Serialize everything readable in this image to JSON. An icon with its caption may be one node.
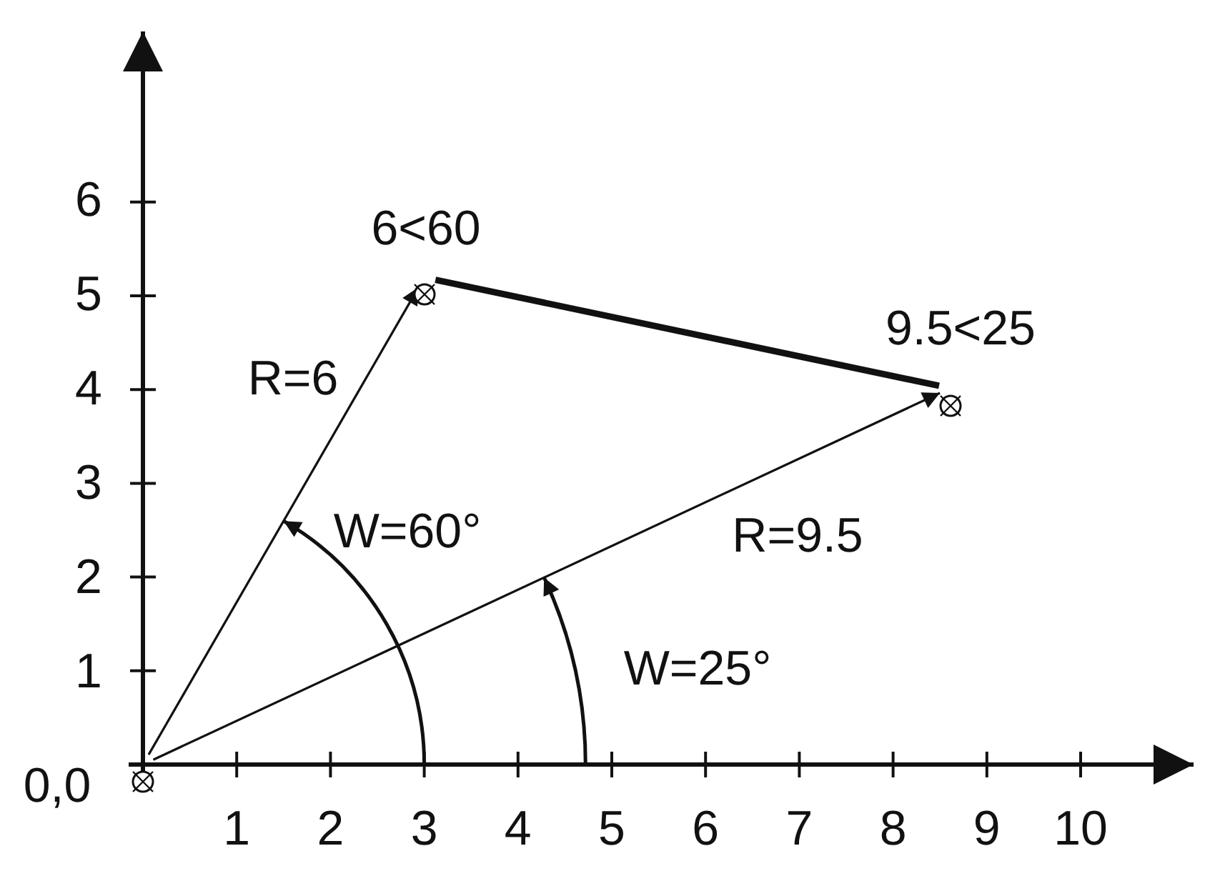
{
  "diagram": {
    "nodes": [
      {
        "text": [],
        "shape": "circle",
        "beside": [
          "0,0"
        ]
      },
      {
        "text": [],
        "shape": "circle",
        "beside": [
          "6<60"
        ]
      },
      {
        "text": [],
        "shape": "circle",
        "beside": [
          "9.5<25"
        ]
      }
    ],
    "edges": [
      {
        "from": 0,
        "to": 1,
        "arrow": "to",
        "label": "R=6"
      },
      {
        "from": 0,
        "to": 2,
        "arrow": "to",
        "label": "R=9.5"
      },
      {
        "from": 1,
        "to": 2,
        "arrow": "none",
        "style": "thick"
      }
    ],
    "labels": [
      "6",
      "5",
      "4",
      "3",
      "2",
      "1",
      "W=60°",
      "W=25°",
      "1",
      "2",
      "3",
      "4",
      "5",
      "6",
      "7",
      "8",
      "9",
      "10"
    ]
  }
}
